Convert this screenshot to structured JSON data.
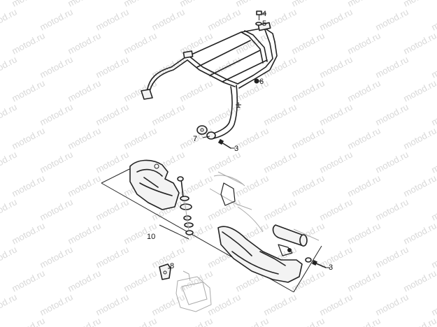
{
  "watermark": {
    "text": "motod.ru"
  },
  "callouts": [
    {
      "id": "1",
      "text": "1"
    },
    {
      "id": "3a",
      "text": "3"
    },
    {
      "id": "3b",
      "text": "3"
    },
    {
      "id": "4",
      "text": "4"
    },
    {
      "id": "5",
      "text": "5"
    },
    {
      "id": "6",
      "text": "6"
    },
    {
      "id": "7",
      "text": "7"
    },
    {
      "id": "8",
      "text": "8"
    },
    {
      "id": "10",
      "text": "10"
    }
  ],
  "colors": {
    "line": "#222222",
    "background": "#ffffff",
    "watermark": "#d8d8d8"
  }
}
